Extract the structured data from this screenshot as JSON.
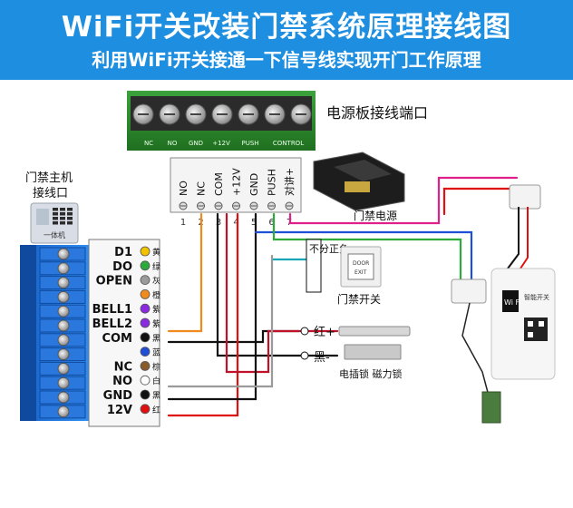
{
  "header": {
    "title": "WiFi开关改装门禁系统原理接线图",
    "subtitle": "利用WiFi开关接通一下信号线实现开门工作原理"
  },
  "power_board": {
    "caption": "电源板接线端口",
    "terminal_labels": [
      "NC",
      "NO",
      "GND",
      "+12V",
      "PUSH",
      "CONTROL"
    ]
  },
  "power_supply": {
    "caption": "门禁电源",
    "terminals": [
      {
        "label": "NO",
        "number": "1"
      },
      {
        "label": "NC",
        "number": "2"
      },
      {
        "label": "COM",
        "number": "3"
      },
      {
        "label": "+12V",
        "number": "4"
      },
      {
        "label": "GND",
        "number": "5"
      },
      {
        "label": "PUSH",
        "number": "6"
      },
      {
        "label": "对讲+",
        "number": "7"
      }
    ]
  },
  "host": {
    "caption_line1": "门禁主机",
    "caption_line2": "接线口",
    "device_label": "一体机",
    "pins": [
      {
        "label": "D1",
        "color_name": "黄",
        "color": "#f2c200"
      },
      {
        "label": "DO",
        "color_name": "绿",
        "color": "#2eaa3c"
      },
      {
        "label": "OPEN",
        "color_name": "灰",
        "color": "#9a9a9a"
      },
      {
        "label": "",
        "color_name": "橙",
        "color": "#f08a1c"
      },
      {
        "label": "BELL1",
        "color_name": "紫",
        "color": "#8a2be2"
      },
      {
        "label": "BELL2",
        "color_name": "紫",
        "color": "#8a2be2"
      },
      {
        "label": "COM",
        "color_name": "黑",
        "color": "#111111"
      },
      {
        "label": "",
        "color_name": "蓝",
        "color": "#1f4fd6"
      },
      {
        "label": "NC",
        "color_name": "棕",
        "color": "#8b5a2b"
      },
      {
        "label": "NO",
        "color_name": "白",
        "color": "#ffffff"
      },
      {
        "label": "GND",
        "color_name": "黑",
        "color": "#111111"
      },
      {
        "label": "12V",
        "color_name": "红",
        "color": "#e01010"
      }
    ]
  },
  "exit_button": {
    "label": "不分正负",
    "caption": "门禁开关",
    "face_line1": "DOOR",
    "face_line2": "EXIT"
  },
  "lock": {
    "red_label": "红+",
    "black_label": "黑-",
    "caption": "电插锁 磁力锁"
  },
  "wifi_module": {
    "logo": "Wi Fi",
    "brand": "智能开关"
  }
}
